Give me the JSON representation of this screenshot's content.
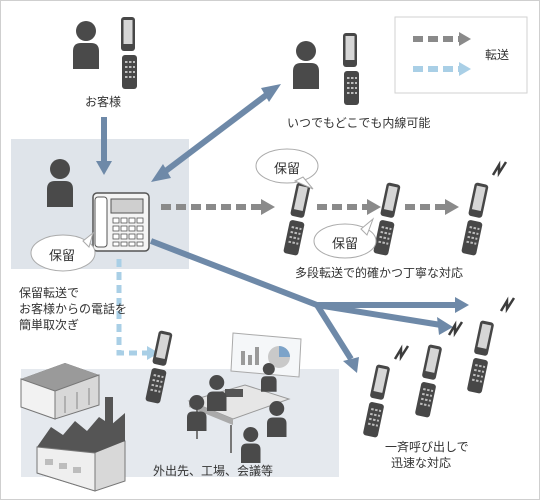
{
  "labels": {
    "customer": "お客様",
    "inline_anywhere": "いつでもどこでも内線可能",
    "hold_1": "保留",
    "hold_2": "保留",
    "hold_3": "保留",
    "hold_transfer": [
      "保留転送で",
      "お客様からの電話を",
      "簡単取次ぎ"
    ],
    "multistage": "多段転送で的確かつ丁寧な対応",
    "simultaneous": [
      "一斉呼び出しで",
      "迅速な対応"
    ],
    "outside": "外出先、工場、会議等"
  },
  "legend": {
    "transfer": "転送"
  },
  "colors": {
    "arrow_blue": "#6e89a8",
    "arrow_gray": "#8a8a8a",
    "arrow_lightblue": "#a9cfe6",
    "office_bg": "#dfe4ea",
    "person": "#4a4a4a"
  }
}
